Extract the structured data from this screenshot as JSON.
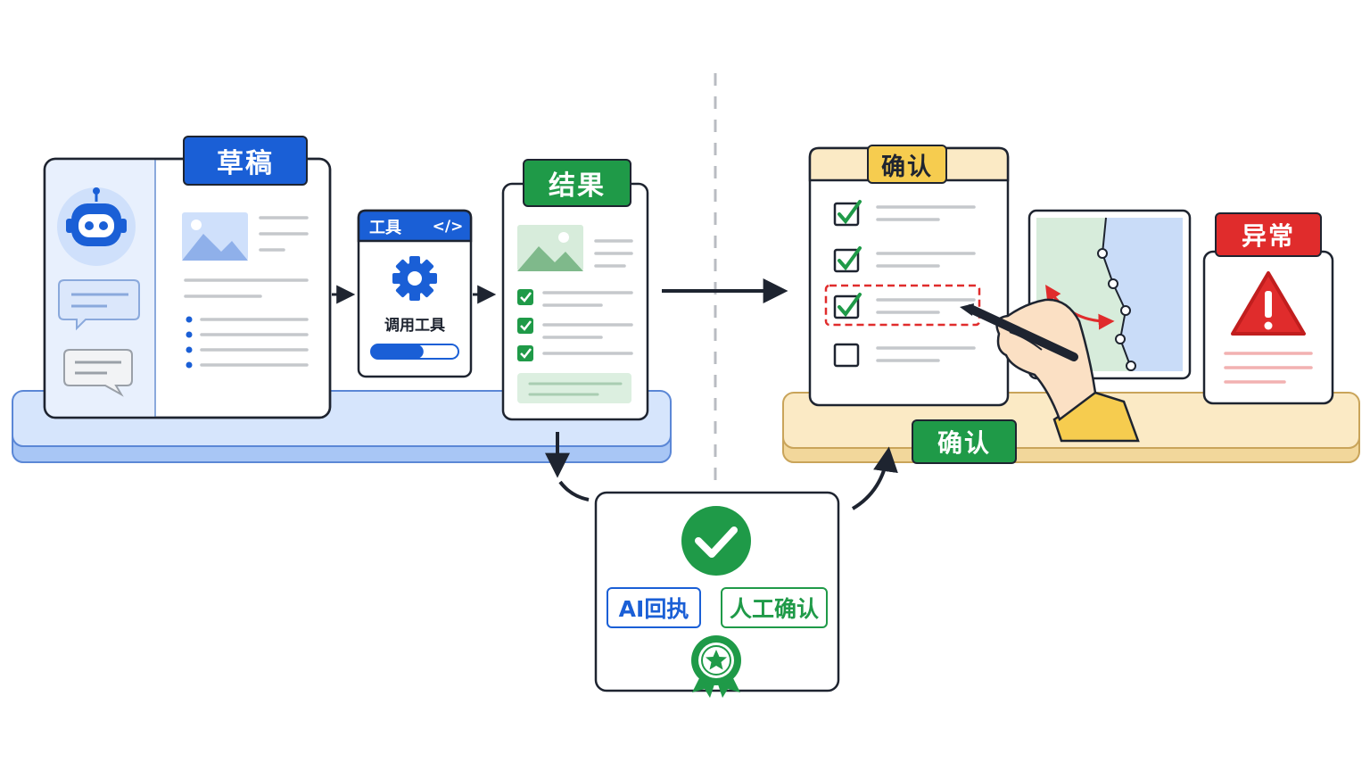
{
  "labels": {
    "draft": "草稿",
    "tool_header": "工具",
    "tool_code_glyph": "</>",
    "tool_caption": "调用工具",
    "result": "结果",
    "confirm_top": "确认",
    "exception": "异常",
    "confirm_bottom": "确认",
    "ai_receipt": "AI回执",
    "human_confirm": "人工确认"
  },
  "icons": {
    "robot": "robot-icon",
    "chat": "chat-bubble-icon",
    "image": "image-icon",
    "gear": "gear-icon",
    "check": "check-icon",
    "warning": "warning-triangle-icon",
    "hand": "hand-pen-icon",
    "map": "map-icon",
    "badge": "award-ribbon-icon"
  },
  "progress": {
    "tool_call": 0.6
  },
  "checklist": {
    "checked_items": 3,
    "total_items": 4
  },
  "colors": {
    "blue": "#1a5fd6",
    "green": "#1f9a48",
    "yellow": "#f6cc4f",
    "red": "#e02c2c",
    "ink": "#1e2430",
    "blue_platform": "#cfe0fb",
    "yellow_platform": "#fbe8bf"
  }
}
